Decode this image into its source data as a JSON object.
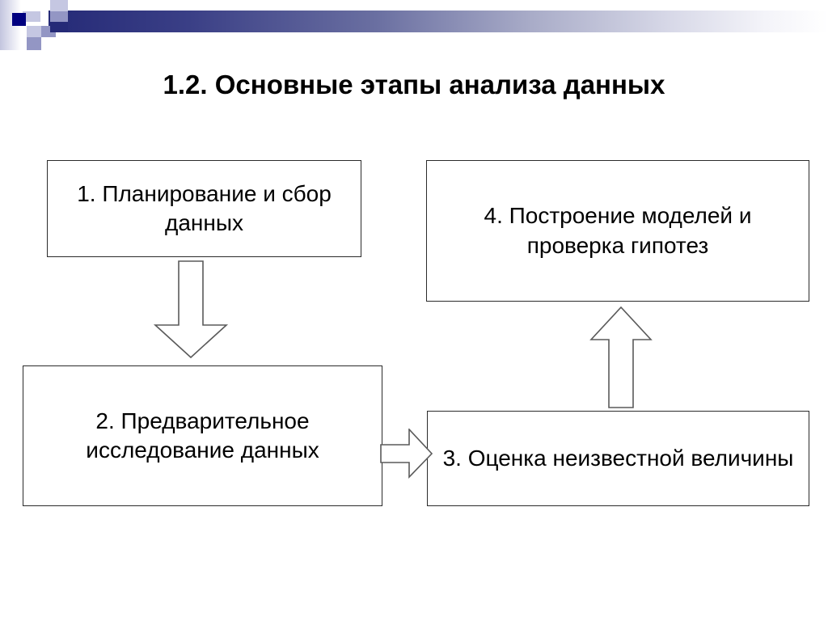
{
  "slide": {
    "title": "1.2. Основные этапы анализа данных",
    "background_color": "#ffffff"
  },
  "decoration": {
    "name": "powerpoint-template-header",
    "gradient_from": "#252a77",
    "gradient_to": "#ffffff",
    "square_colors": {
      "light": "#c5c7e2",
      "mid": "#9396c4",
      "navy": "#000080",
      "dark": "#252a77"
    }
  },
  "diagram": {
    "type": "flowchart",
    "border_color": "#2b2b2b",
    "fill_color": "#ffffff",
    "arrow_outline_color": "#5a5a5a",
    "boxes": [
      {
        "id": "box-1",
        "number": "1.",
        "label": "1. Планирование и сбор данных"
      },
      {
        "id": "box-2",
        "number": "2.",
        "label": "2. Предварительное исследование данных"
      },
      {
        "id": "box-3",
        "number": "3.",
        "label": "3. Оценка неизвестной величины"
      },
      {
        "id": "box-4",
        "number": "4.",
        "label": "4. Построение моделей и проверка гипотез"
      }
    ],
    "arrows": [
      {
        "id": "arrow-down-1-2",
        "direction": "down",
        "from": "box-1",
        "to": "box-2"
      },
      {
        "id": "arrow-right-2-3",
        "direction": "right",
        "from": "box-2",
        "to": "box-3"
      },
      {
        "id": "arrow-up-3-4",
        "direction": "up",
        "from": "box-3",
        "to": "box-4"
      }
    ]
  }
}
